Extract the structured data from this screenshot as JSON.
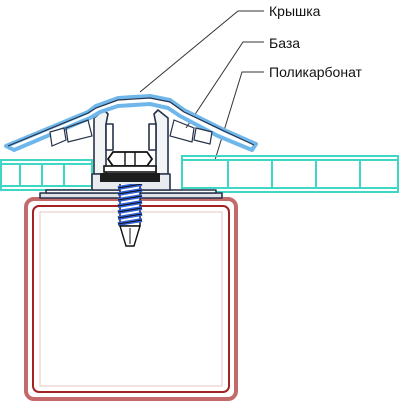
{
  "labels": {
    "cap": "Крышка",
    "base": "База",
    "polycarbonate": "Поликарбонат"
  },
  "colors": {
    "polycarbonate": "#3fd6c4",
    "cap": "#6fb7ea",
    "profile_stroke": "#27324a",
    "profile_fill": "#f2f4f6",
    "pipe_outer": "#c46a6a",
    "pipe_inner": "#a52222",
    "screw": "#2f5fd8",
    "leader": "#333333"
  }
}
